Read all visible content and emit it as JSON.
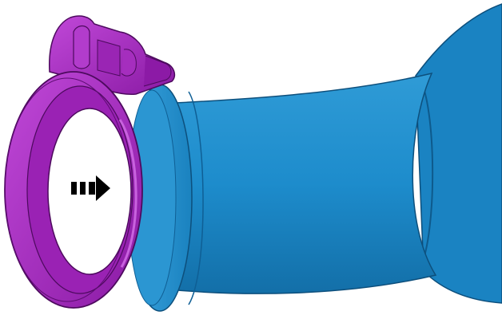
{
  "figure": {
    "description_free": true,
    "parts": {
      "clamp": {
        "name": "clamp",
        "color": "#a41cc0",
        "shade": "#7a1190",
        "highlight": "#c84fdc"
      },
      "hose": {
        "name": "hose",
        "color": "#1d8ccc",
        "shade": "#0f5f95",
        "highlight": "#3aa3de"
      },
      "arrow": {
        "name": "direction-arrow",
        "direction": "right",
        "color": "#000000"
      }
    }
  }
}
